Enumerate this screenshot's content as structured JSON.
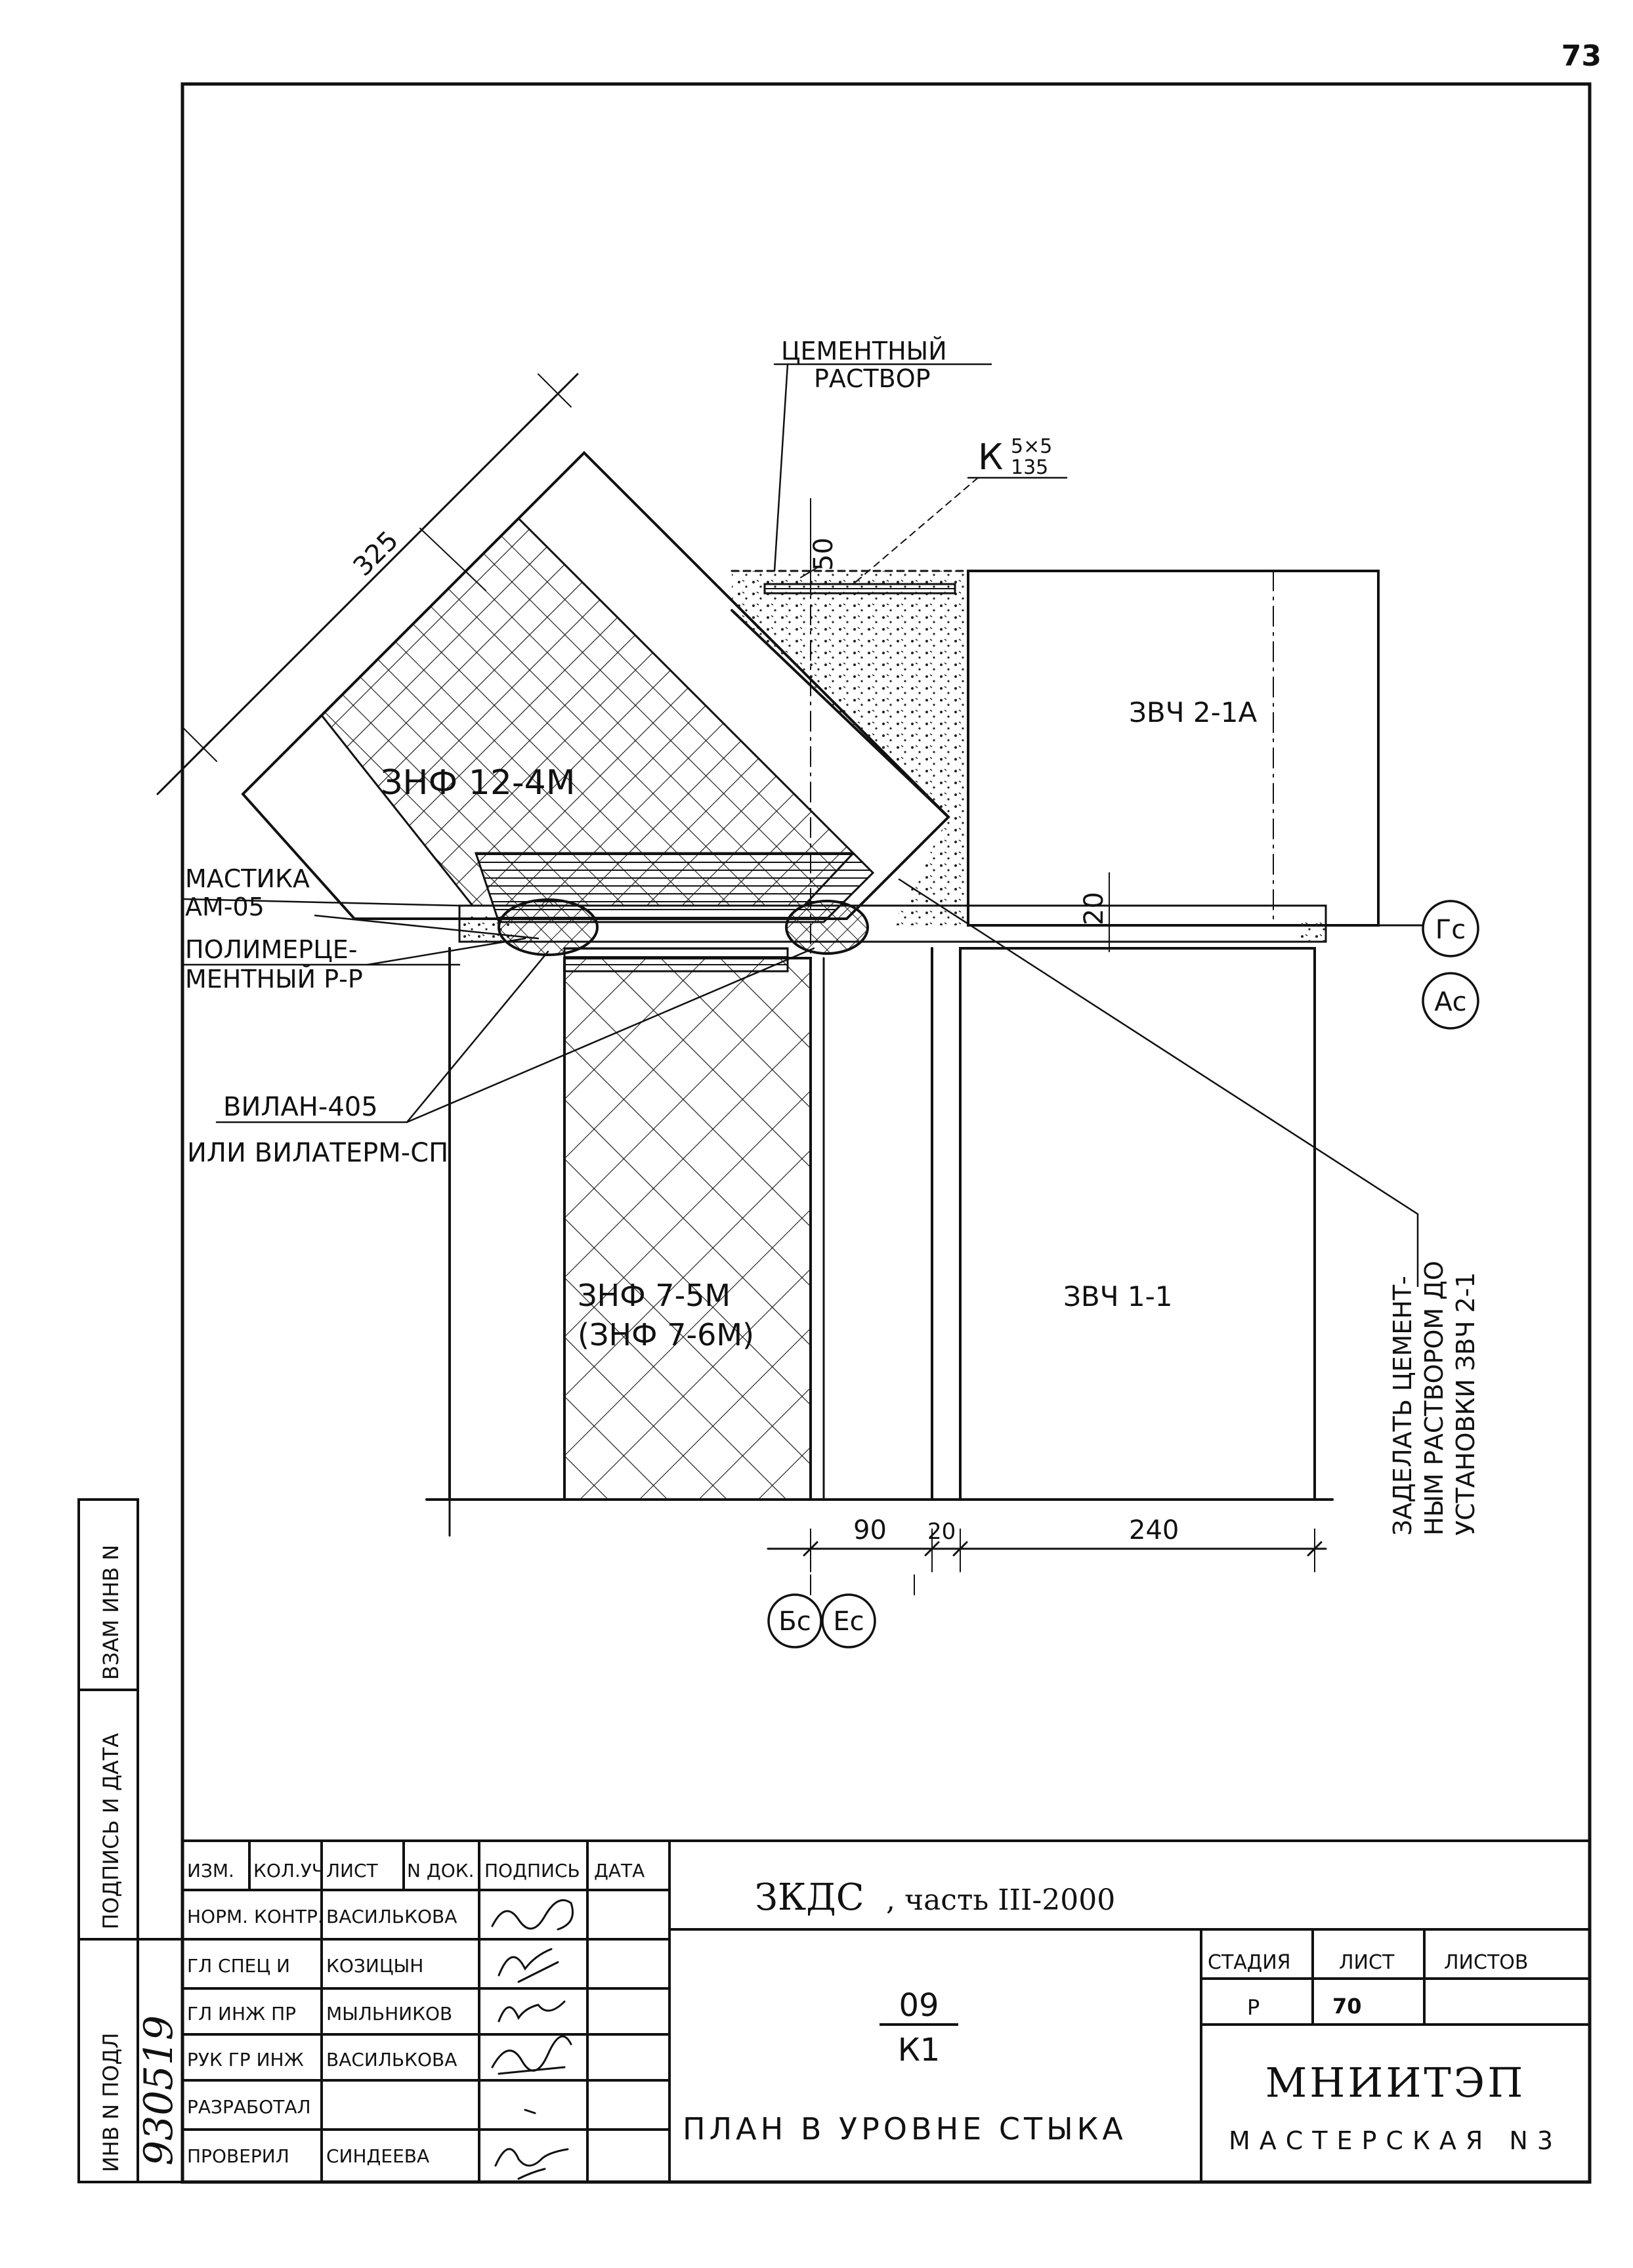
{
  "page_number": "73",
  "drawing": {
    "labels": {
      "cement_mortar": [
        "ЦЕМЕНТНЫЙ",
        "РАСТВОР"
      ],
      "weld": "К",
      "weld_num": "5×5",
      "weld_den": "135",
      "panel_diag": "ЗНФ 12-4М",
      "panel_top_right": "ЗВЧ 2-1А",
      "panel_bottom_right": "ЗВЧ 1-1",
      "panel_left_1": "ЗНФ 7-5М",
      "panel_left_2": "(ЗНФ 7-6М)",
      "mastic": [
        "МАСТИКА",
        "АМ-05"
      ],
      "polymer": [
        "ПОЛИМЕРЦЕ-",
        "МЕНТНЫЙ Р-Р"
      ],
      "vilan": [
        "ВИЛАН-405",
        "ИЛИ ВИЛАТЕРМ-СП"
      ],
      "note": [
        "ЗАДЕЛАТЬ ЦЕМЕНТ-",
        "НЫМ РАСТВОРОМ ДО",
        "УСТАНОВКИ ЗВЧ 2-1"
      ]
    },
    "dimensions": {
      "diag": "325",
      "top": "50",
      "mid": "20",
      "bottom": [
        "90",
        "20",
        "240"
      ]
    },
    "axes": {
      "right_top": "Гс",
      "right_bottom": "Ас",
      "bottom_left": "Бс",
      "bottom_right": "Ес"
    }
  },
  "side_stamp": {
    "labels": [
      "ВЗАМ ИНВ N",
      "ПОДПИСЬ И ДАТА",
      "ИНВ N ПОДЛ"
    ],
    "inv_number": "930519"
  },
  "title_block": {
    "headers": [
      "ИЗМ.",
      "КОЛ.УЧ",
      "ЛИСТ",
      "N ДОК.",
      "ПОДПИСЬ",
      "ДАТА"
    ],
    "rows": [
      {
        "role": "НОРМ. КОНТР.",
        "name": "ВАСИЛЬКОВА"
      },
      {
        "role": "ГЛ СПЕЦ И",
        "name": "КОЗИЦЫН"
      },
      {
        "role": "ГЛ ИНЖ ПР",
        "name": "МЫЛЬНИКОВ"
      },
      {
        "role": "РУК ГР ИНЖ",
        "name": "ВАСИЛЬКОВА"
      },
      {
        "role": "РАЗРАБОТАЛ",
        "name": ""
      },
      {
        "role": "ПРОВЕРИЛ",
        "name": "СИНДЕЕВА"
      }
    ],
    "project_title": "ЗКДС",
    "project_subtitle": ", часть III-2000",
    "sheet_code_top": "09",
    "sheet_code_bottom": "К1",
    "sheet_name": "ПЛАН В УРОВНЕ СТЫКА",
    "stage_label": "СТАДИЯ",
    "sheet_label": "ЛИСТ",
    "sheets_label": "ЛИСТОВ",
    "stage": "Р",
    "sheet": "70",
    "sheets": "",
    "org": "МНИИТЭП",
    "workshop": "МАСТЕРСКАЯ N3"
  }
}
